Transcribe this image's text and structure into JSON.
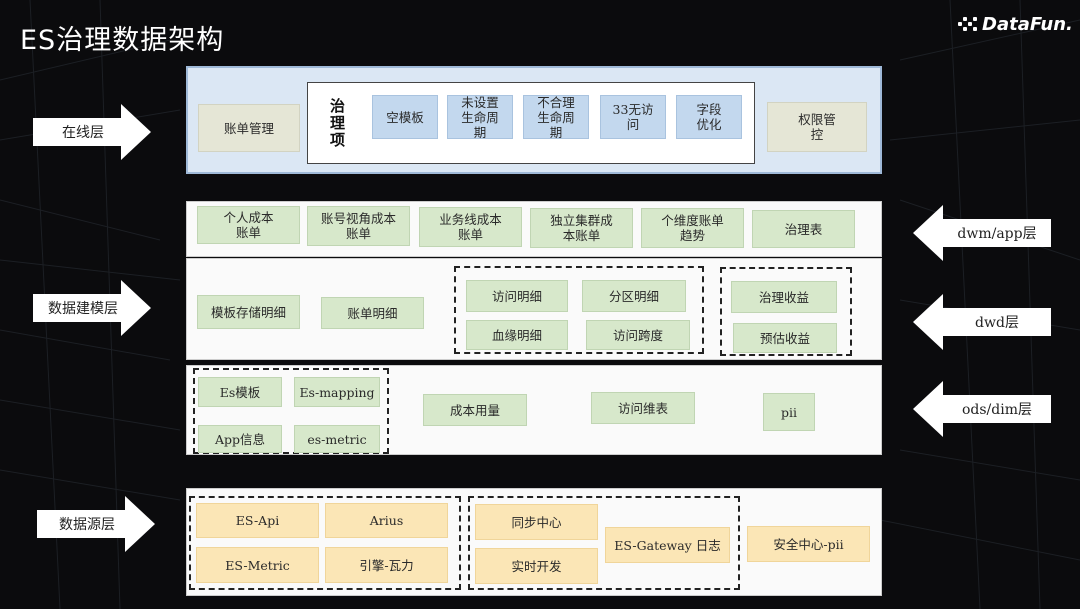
{
  "title": "ES治理数据架构",
  "logo_text": "DataFun.",
  "online_layer": {
    "account_mgmt": "账单管理",
    "governance_label": "治理项",
    "items": [
      "空模板",
      "未设置生命周期",
      "不合理生命周期",
      "33无访问",
      "字段优化"
    ],
    "permission": "权限管控"
  },
  "dwm_layer": {
    "items": [
      "个人成本账单",
      "账号视角成本账单",
      "业务线成本账单",
      "独立集群成本账单",
      "个维度账单趋势",
      "治理表"
    ]
  },
  "dwd_layer": {
    "template_storage": "模板存储明细",
    "bill_detail": "账单明细",
    "access_group": [
      "访问明细",
      "分区明细",
      "血缘明细",
      "访问跨度"
    ],
    "benefit_group": [
      "治理收益",
      "预估收益"
    ]
  },
  "ods_layer": {
    "meta_group": [
      "Es模板",
      "Es-mapping",
      "App信息",
      "es-metric"
    ],
    "cost_usage": "成本用量",
    "access_dim": "访问维表",
    "pii": "pii"
  },
  "source_layer": {
    "group1": [
      "ES-Api",
      "Arius",
      "ES-Metric",
      "引擎-瓦力"
    ],
    "group2": [
      "同步中心",
      "实时开发"
    ],
    "gateway_log": "ES-Gateway 日志",
    "security_pii": "安全中心-pii"
  },
  "left_arrows": [
    "在线层",
    "数据建模层",
    "数据源层"
  ],
  "right_arrows": [
    "dwm/app层",
    "dwd层",
    "ods/dim层"
  ]
}
